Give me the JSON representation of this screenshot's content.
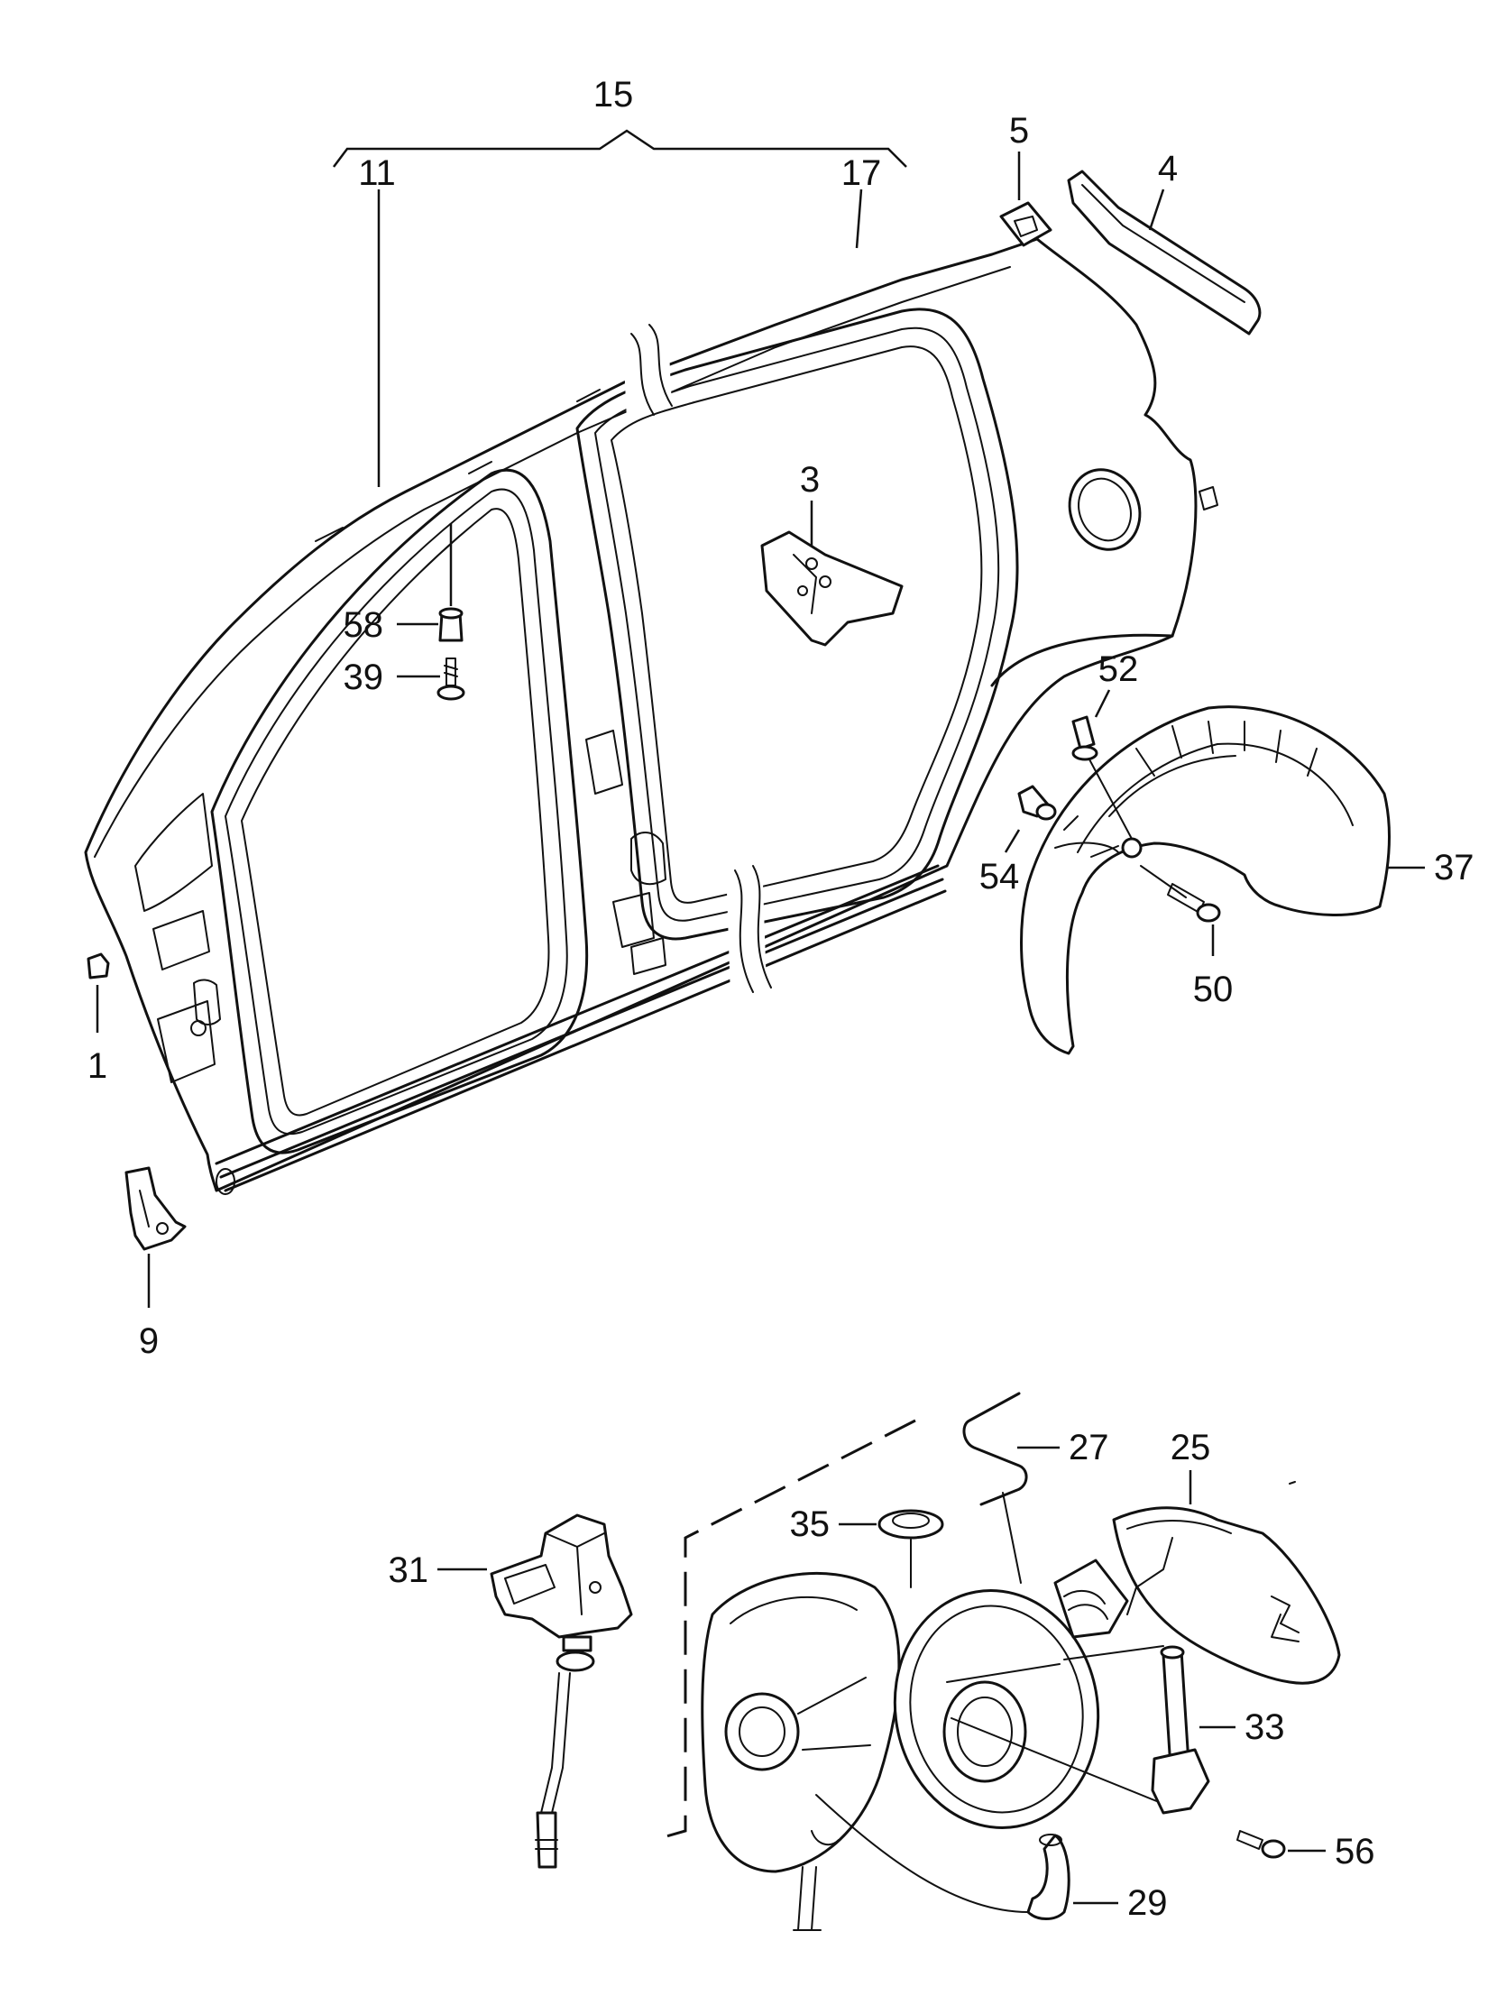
{
  "callouts": {
    "c1": "1",
    "c3": "3",
    "c4": "4",
    "c5": "5",
    "c9": "9",
    "c11": "11",
    "c15": "15",
    "c17": "17",
    "c25": "25",
    "c27": "27",
    "c29": "29",
    "c31": "31",
    "c33": "33",
    "c35": "35",
    "c37": "37",
    "c39": "39",
    "c50": "50",
    "c52": "52",
    "c54": "54",
    "c56": "56",
    "c58": "58"
  }
}
